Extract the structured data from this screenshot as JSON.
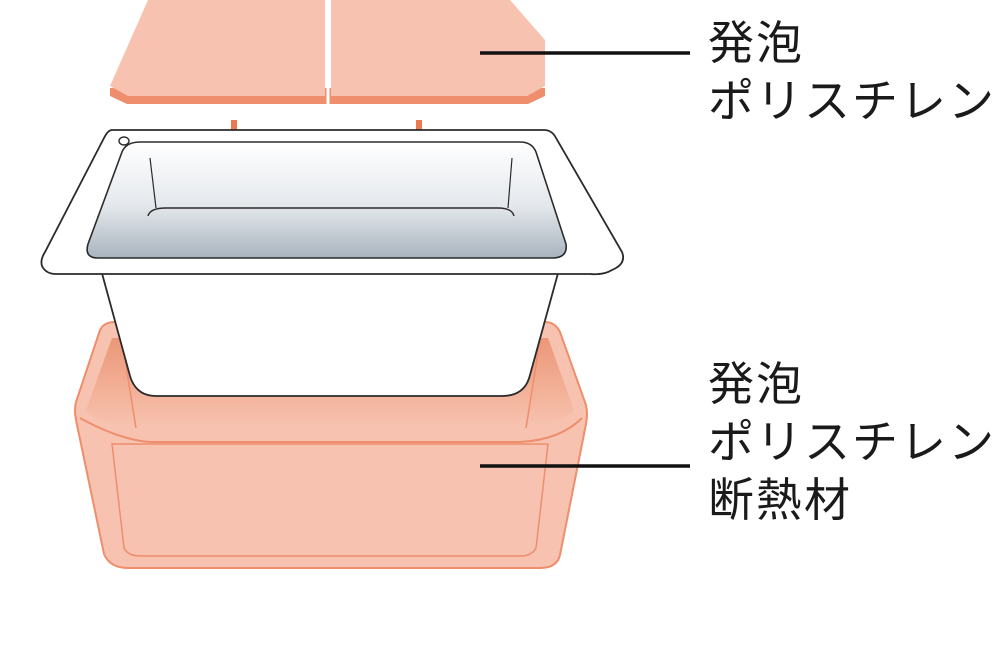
{
  "labels": {
    "lid": [
      "発泡",
      "ポリスチレン"
    ],
    "insulation": [
      "発泡",
      "ポリスチレン",
      "断熱材"
    ]
  },
  "colors": {
    "foam_fill": "#f7c3b0",
    "foam_edge": "#ee8e6c",
    "arrow": "#ec7a50",
    "tub_outline": "#2b2b2b",
    "leader_line": "#111111"
  }
}
